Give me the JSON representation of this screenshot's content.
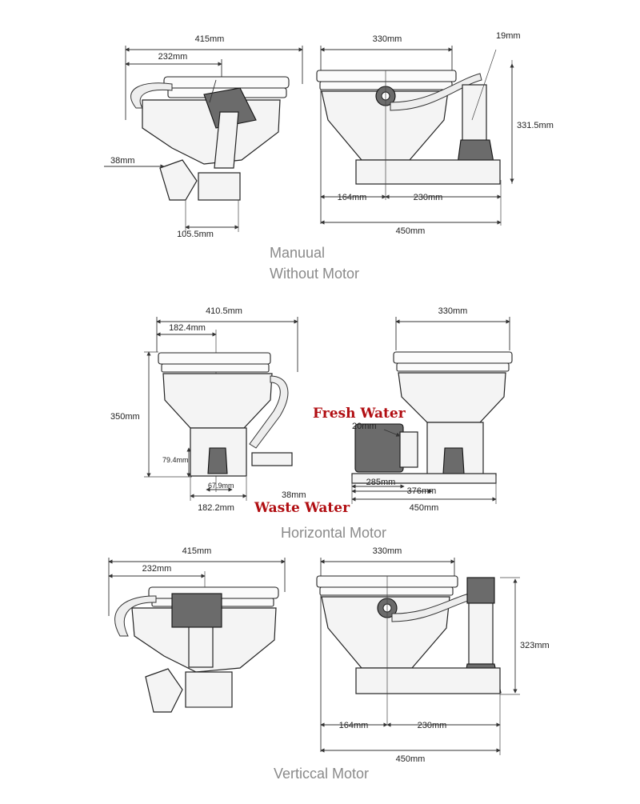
{
  "colors": {
    "caption": "#8a8a8a",
    "callout": "#b10e12",
    "line": "#333333"
  },
  "sections": {
    "manual": {
      "caption_line1": "Manuual",
      "caption_line2": "Without Motor",
      "side": {
        "width": "415mm",
        "handle_offset": "232mm",
        "outlet": "38mm",
        "base": "105.5mm"
      },
      "front": {
        "seat_width": "330mm",
        "pump_tube": "19mm",
        "height": "331.5mm",
        "left_offset": "164mm",
        "right_offset": "230mm",
        "total_width": "450mm"
      }
    },
    "horizontal": {
      "caption": "Horizontal Motor",
      "side": {
        "width": "410.5mm",
        "offset": "182.4mm",
        "height": "350mm",
        "outlet_height": "79.4mm",
        "outlet_center": "67.9mm",
        "base": "182.2mm",
        "outlet": "38mm"
      },
      "front": {
        "seat_width": "330mm",
        "inlet": "20mm",
        "left_offset": "285mm",
        "right_offset": "376mm",
        "total_width": "450mm"
      },
      "fresh_water": "Fresh Water",
      "waste_water": "Waste Water"
    },
    "vertical": {
      "caption": "Verticcal Motor",
      "side": {
        "width": "415mm",
        "offset": "232mm"
      },
      "front": {
        "seat_width": "330mm",
        "height": "323mm",
        "left_offset": "164mm",
        "right_offset": "230mm",
        "total_width": "450mm"
      }
    }
  }
}
